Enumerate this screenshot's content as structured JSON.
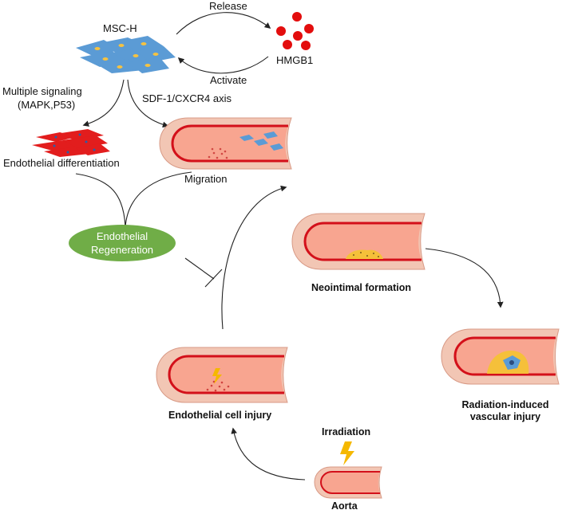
{
  "labels": {
    "msc": "MSC-H",
    "release": "Release",
    "activate": "Activate",
    "hmgb1": "HMGB1",
    "multiple_signaling_1": "Multiple signaling",
    "multiple_signaling_2": "(MAPK,P53)",
    "sdf_axis": "SDF-1/CXCR4 axis",
    "endothelial_differentiation": "Endothelial differentiation",
    "migration": "Migration",
    "regeneration_1": "Endothelial",
    "regeneration_2": "Regeneration",
    "neointimal_formation": "Neointimal  formation",
    "radiation_injury_1": "Radiation-induced",
    "radiation_injury_2": "vascular injury",
    "endothelial_cell_injury": "Endothelial cell injury",
    "irradiation": "Irradiation",
    "aorta": "Aorta"
  },
  "colors": {
    "vessel_outer": "#f2c6b4",
    "vessel_inner": "#f8a590",
    "endothelium": "#d3101a",
    "msc_cell": "#5b9bd5",
    "msc_nucleus": "#f5c242",
    "hmgb1": "#e30d0d",
    "regeneration_oval": "#70ad47",
    "plaque": "#f5c03a",
    "lightning": "#f5b800"
  }
}
